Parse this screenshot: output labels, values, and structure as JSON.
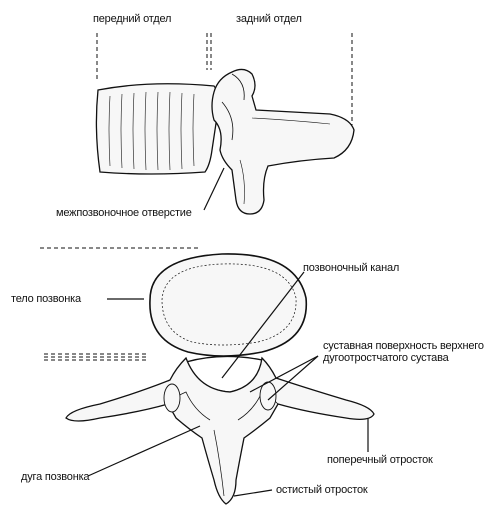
{
  "labels": {
    "front_section": "передний отдел",
    "back_section": "задний отдел",
    "intervertebral_foramen": "межпозвоночное отверстие",
    "spinal_canal": "позвоночный канал",
    "vertebral_body": "тело позвонка",
    "facet_surface_line1": "суставная поверхность верхнего",
    "facet_surface_line2": "дугоотростчатого сустава",
    "transverse_process": "поперечный отросток",
    "vertebral_arch": "дуга позвонка",
    "spinous_process": "остистый отросток"
  },
  "colors": {
    "ink": "#111111",
    "bone_fill": "#f7f7f7",
    "background": "#ffffff"
  }
}
